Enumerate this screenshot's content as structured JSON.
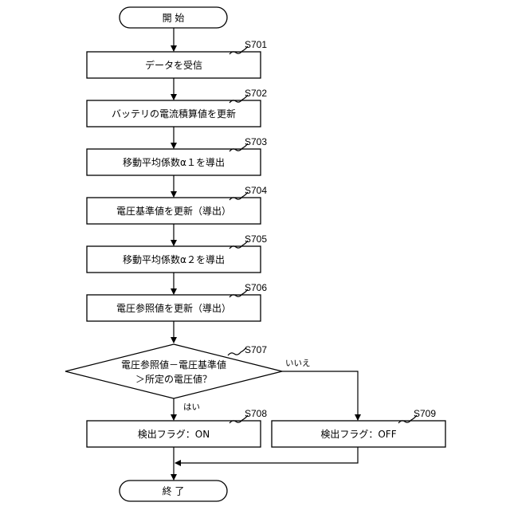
{
  "start": {
    "label": "開 始"
  },
  "end": {
    "label": "終 了"
  },
  "steps": [
    {
      "id": "S701",
      "label": "データを受信"
    },
    {
      "id": "S702",
      "label": "バッテリの電流積算値を更新"
    },
    {
      "id": "S703",
      "label": "移動平均係数α１を導出"
    },
    {
      "id": "S704",
      "label": "電圧基準値を更新（導出）"
    },
    {
      "id": "S705",
      "label": "移動平均係数α２を導出"
    },
    {
      "id": "S706",
      "label": "電圧参照値を更新（導出）"
    }
  ],
  "decision": {
    "id": "S707",
    "line1": "電圧参照値－電圧基準値",
    "line2": "＞所定の電圧値？",
    "yes_label": "はい",
    "no_label": "いいえ"
  },
  "yes_step": {
    "id": "S708",
    "label": "検出フラグ：ON"
  },
  "no_step": {
    "id": "S709",
    "label": "検出フラグ：OFF"
  }
}
